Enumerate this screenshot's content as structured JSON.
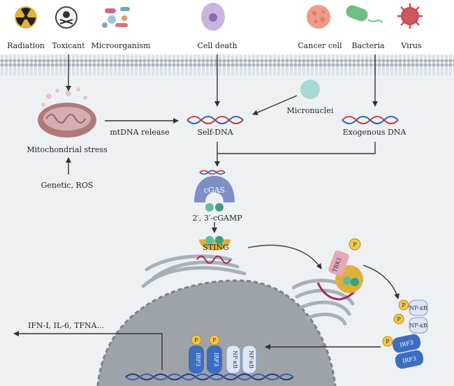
{
  "stimuli": {
    "radiation": "Radiation",
    "toxicant": "Toxicant",
    "microorganism": "Microorganism",
    "cell_death": "Cell death",
    "cancer_cell": "Cancer cell",
    "bacteria": "Bacteria",
    "virus": "Virus"
  },
  "cytoplasm": {
    "micronuclei": "Micronuclei",
    "self_dna": "Self-DNA",
    "exogenous_dna": "Exogenous DNA",
    "mtdna_release": "mtDNA release",
    "mito_stress": "Mitochondrial stress",
    "genetic_ros": "Genetic, ROS",
    "cgas": "cGAS",
    "cgamp": "2′, 3′-cGAMP",
    "sting": "STING",
    "tbk1": "TBK1",
    "phospho": "P",
    "nfkb": "NF-κB",
    "irf3": "IRF3"
  },
  "output": {
    "cytokines": "IFN-I, IL-6, TFNA..."
  },
  "colors": {
    "membrane": "#b9c3cc",
    "cytoplasm_bg": "#eef1f4",
    "nucleus": "#9ea3aa",
    "dna_red": "#d2393e",
    "dna_blue": "#3a5fa8",
    "cgas": "#7e8fc6",
    "sting": "#e0b13a",
    "tbk1": "#e6a9b5",
    "irf3": "#3d6dbf",
    "nfkb": "#dfe6f3",
    "phospho": "#f2c74a",
    "arrow": "#333333"
  }
}
